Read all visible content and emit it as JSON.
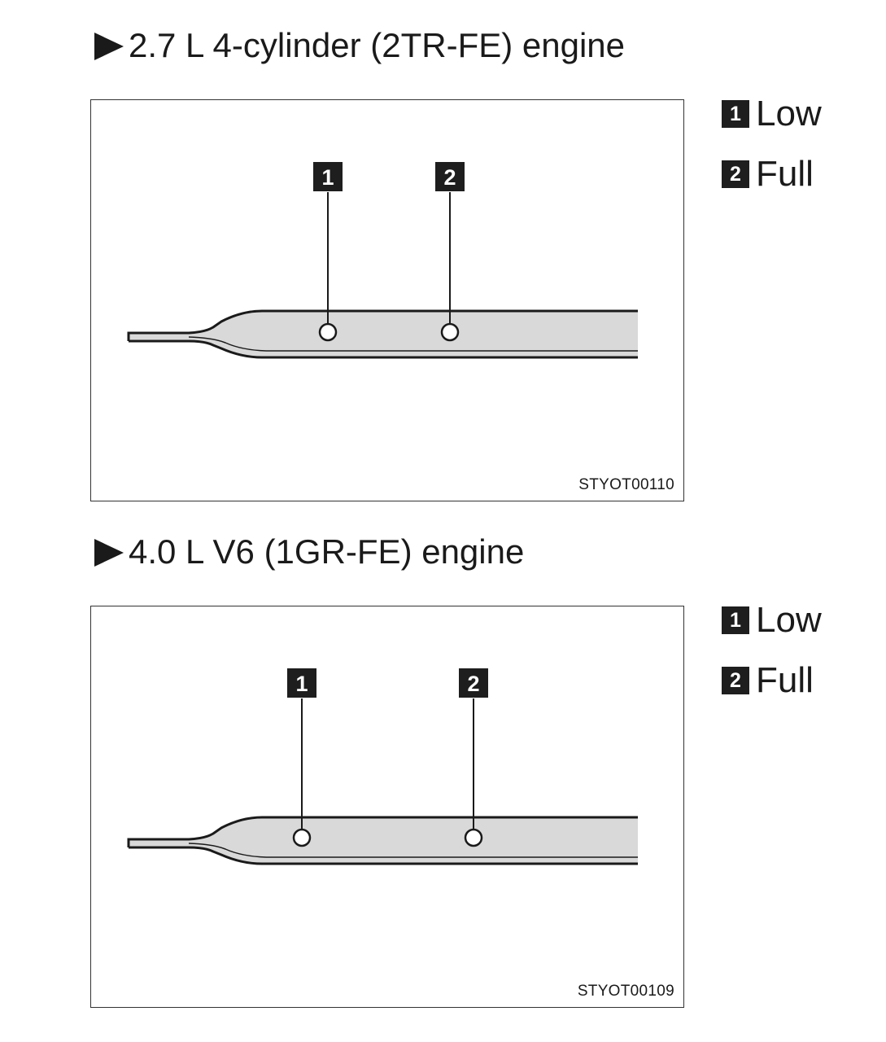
{
  "sections": [
    {
      "title": "2.7 L 4-cylinder (2TR-FE) engine",
      "figure_code": "STYOT00110",
      "callouts": [
        {
          "number": "1",
          "label": "Low"
        },
        {
          "number": "2",
          "label": "Full"
        }
      ]
    },
    {
      "title": "4.0 L V6 (1GR-FE) engine",
      "figure_code": "STYOT00109",
      "callouts": [
        {
          "number": "1",
          "label": "Low"
        },
        {
          "number": "2",
          "label": "Full"
        }
      ]
    }
  ],
  "colors": {
    "dipstick_fill": "#d9d9d9",
    "ink": "#1a1a1a",
    "badge": "#1e1e1e"
  }
}
